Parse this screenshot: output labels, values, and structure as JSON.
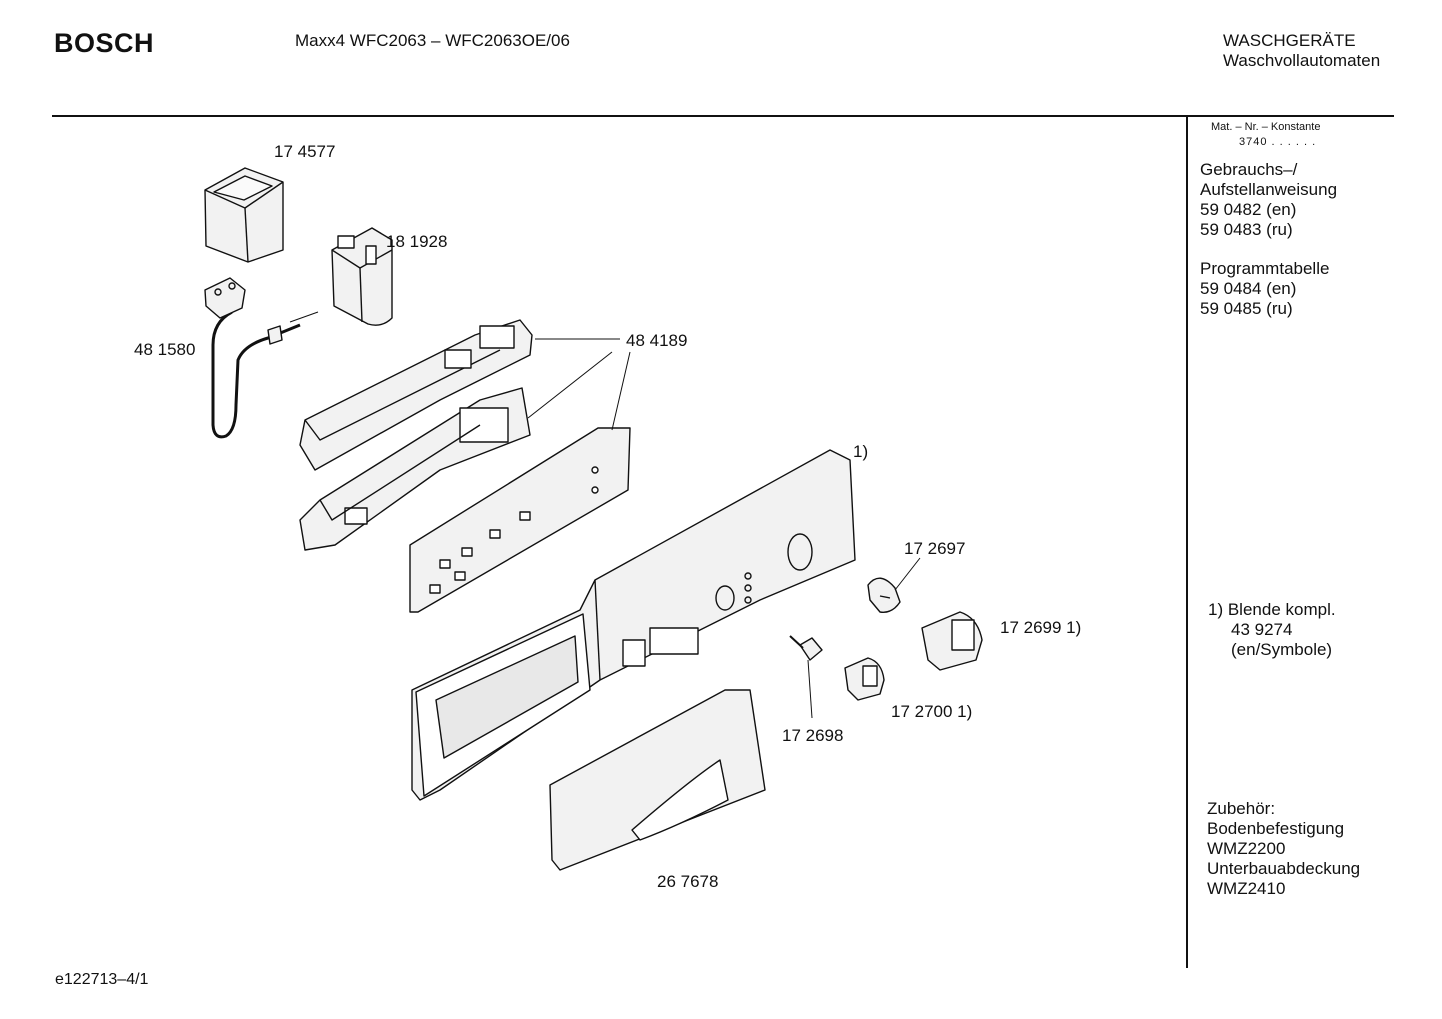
{
  "header": {
    "brand": "BOSCH",
    "model": "Maxx4 WFC2063 – WFC2063OE/06",
    "category_line1": "WASCHGERÄTE",
    "category_line2": "Waschvollautomaten"
  },
  "sidebar": {
    "mat_label": "Mat. – Nr. – Konstante",
    "mat_value": "3740 . . . . . .",
    "manual_block": [
      "Gebrauchs–/",
      "Aufstellanweisung",
      "59 0482 (en)",
      "59 0483 (ru)"
    ],
    "program_block": [
      "Programmtabelle",
      "59 0484 (en)",
      "59 0485 (ru)"
    ],
    "footnote": [
      "1)  Blende kompl.",
      "43 9274",
      "(en/Symbole)"
    ],
    "accessories": [
      "Zubehör:",
      "Bodenbefestigung",
      "WMZ2200",
      "Unterbauabdeckung",
      "WMZ2410"
    ]
  },
  "parts": {
    "cover": "17 4577",
    "filter": "18 1928",
    "cable": "48 1580",
    "electronics": "48 4189",
    "panel_note": "1)",
    "knob_main": "17 2697",
    "knob_large": "17 2699 1)",
    "knob_small": "17 2700 1)",
    "axle": "17 2698",
    "handle": "26 7678"
  },
  "footer": {
    "code": "e122713–4/1"
  }
}
